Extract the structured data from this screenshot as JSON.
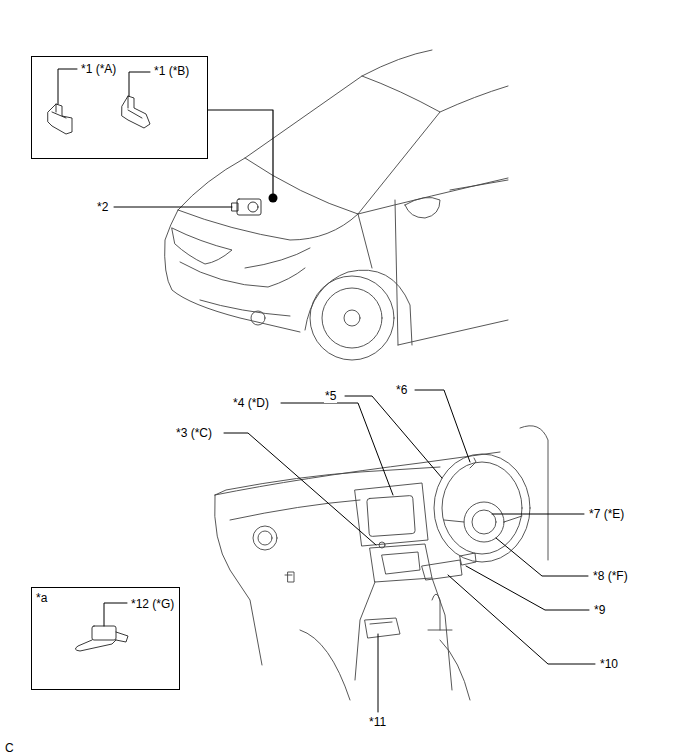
{
  "diagram": {
    "nodes": [
      {
        "text": [
          "*1 (*A)",
          "*1 (*B)"
        ]
      },
      {
        "text": [
          "*a",
          "*12 (*G)"
        ]
      }
    ],
    "labels": [
      "*2",
      "*6",
      "*5",
      "*4 (*D)",
      "*3 (*C)",
      "*7 (*E)",
      "*8 (*F)",
      "*9",
      "*10",
      "*11",
      "C"
    ]
  }
}
